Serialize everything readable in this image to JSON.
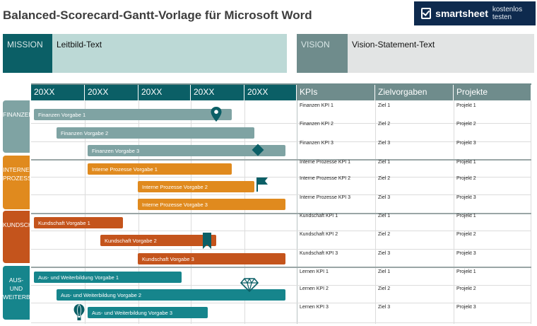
{
  "title": "Balanced-Scorecard-Gantt-Vorlage für Microsoft Word",
  "brand": {
    "name": "smartsheet",
    "cta": "kostenlos testen"
  },
  "mission": {
    "label": "MISSION",
    "text": "Leitbild-Text"
  },
  "vision": {
    "label": "VISION",
    "text": "Vision-Statement-Text"
  },
  "timeline": [
    "20XX",
    "20XX",
    "20XX",
    "20XX",
    "20XX"
  ],
  "table_headers": {
    "kpis": "KPIs",
    "goals": "Zielvorgaben",
    "projects": "Projekte"
  },
  "perspectives": [
    {
      "label": "FINANZEN",
      "color": "#7fa3a3",
      "bars": [
        "Finanzen Vorgabe 1",
        "Finanzen Vorgabe 2",
        "Finanzen Vorgabe 3"
      ],
      "rows": [
        {
          "kpi": "Finanzen KPI 1",
          "goal": "Ziel 1",
          "project": "Projekt 1"
        },
        {
          "kpi": "Finanzen KPI 2",
          "goal": "Ziel 2",
          "project": "Projekt 2"
        },
        {
          "kpi": "Finanzen KPI 3",
          "goal": "Ziel 3",
          "project": "Projekt 3"
        }
      ]
    },
    {
      "label": "INTERNE PROZESSE",
      "color": "#e08a1e",
      "bars": [
        "Interne Prozesse Vorgabe 1",
        "Interne Prozesse Vorgabe 2",
        "Interne Prozesse Vorgabe 3"
      ],
      "rows": [
        {
          "kpi": "Interne Prozesse KPI 1",
          "goal": "Ziel 1",
          "project": "Projekt 1"
        },
        {
          "kpi": "Interne Prozesse KPI 2",
          "goal": "Ziel 2",
          "project": "Projekt 2"
        },
        {
          "kpi": "Interne Prozesse KPI 3",
          "goal": "Ziel 3",
          "project": "Projekt 3"
        }
      ]
    },
    {
      "label": "KUNDSCHAFT",
      "color": "#c4541c",
      "bars": [
        "Kundschaft Vorgabe 1",
        "Kundschaft Vorgabe 2",
        "Kundschaft Vorgabe 3"
      ],
      "rows": [
        {
          "kpi": "Kundschaft KPI 1",
          "goal": "Ziel 1",
          "project": "Projekt 1"
        },
        {
          "kpi": "Kundschaft KPI 2",
          "goal": "Ziel 2",
          "project": "Projekt 2"
        },
        {
          "kpi": "Kundschaft KPI 3",
          "goal": "Ziel 3",
          "project": "Projekt 3"
        }
      ]
    },
    {
      "label": "AUS- UND WEITERBILDUNG",
      "color": "#16858c",
      "bars": [
        "Aus- und Weiterbildung Vorgabe 1",
        "Aus- und Weiterbildung Vorgabe 2",
        "Aus- und Weiterbildung Vorgabe 3"
      ],
      "rows": [
        {
          "kpi": "Lernen KPI 1",
          "goal": "Ziel 1",
          "project": "Projekt 1"
        },
        {
          "kpi": "Lernen KPI 2",
          "goal": "Ziel 2",
          "project": "Projekt 2"
        },
        {
          "kpi": "Lernen KPI 3",
          "goal": "Ziel 3",
          "project": "Projekt 3"
        }
      ]
    }
  ],
  "icons": [
    "map-pin-icon",
    "diamond-icon",
    "flag-icon",
    "bookmark-icon",
    "gem-icon",
    "hot-air-balloon-icon"
  ],
  "colors": {
    "header": "#0b5f66",
    "kpi_header": "#6f8c8c",
    "mission_dark": "#0b5f66",
    "mission_light": "#bcd9d6",
    "vision_dark": "#6f8c8c",
    "vision_light": "#e2e4e4",
    "finance_bar": "#7fa3a3",
    "process_bar": "#e08a1e",
    "customer_bar": "#c4541c",
    "learning_bar": "#16858c"
  }
}
